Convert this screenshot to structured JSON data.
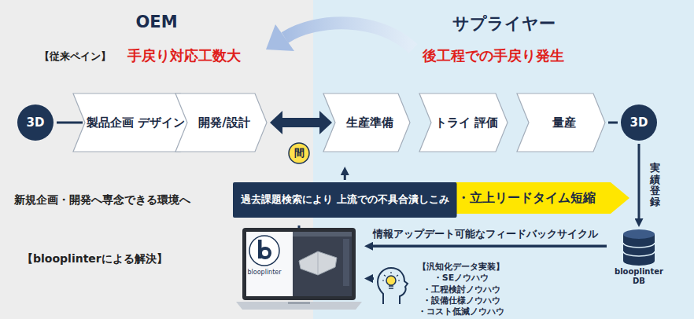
{
  "diagram": {
    "nodes": [
      {
        "text": [
          "OEM"
        ]
      },
      {
        "text": [
          "サプライヤー"
        ]
      },
      {
        "text": [
          "3D"
        ],
        "in": 0
      },
      {
        "text": [
          "製品企画 デザイン"
        ],
        "in": 0
      },
      {
        "text": [
          "開発/設計"
        ],
        "in": 0
      },
      {
        "text": [
          "生産準備"
        ],
        "in": 1
      },
      {
        "text": [
          "トライ 評価"
        ],
        "in": 1
      },
      {
        "text": [
          "量産"
        ],
        "in": 1
      },
      {
        "text": [
          "3D"
        ],
        "in": 1
      },
      {
        "text": [
          "間"
        ]
      },
      {
        "text": [
          "過去課題検索により 上流での不具合潰しこみ"
        ]
      },
      {
        "text": [
          "手戻りレス・立上リードタイム短縮"
        ],
        "in": 1
      },
      {
        "text": [
          "blooplinter"
        ]
      },
      {
        "text": [
          "blooplinter DB"
        ],
        "in": 1
      },
      {
        "text": [
          "【汎知化データ実装】",
          "・SEノウハウ",
          "・工程検討ノウハウ",
          "・設備仕様ノウハウ",
          "・コスト低減ノウハウ"
        ],
        "in": 1
      }
    ],
    "edges": [
      {
        "from": 2,
        "to": 3,
        "arrow": "none"
      },
      {
        "from": 4,
        "to": 5,
        "arrow": "both"
      },
      {
        "from": 7,
        "to": 8,
        "arrow": "none"
      },
      {
        "from": 8,
        "to": 13,
        "arrow": "to",
        "label": "実績登録"
      },
      {
        "from": 13,
        "to": 12,
        "arrow": "to",
        "label": "情報アップデート可能なフィードバックサイクル"
      },
      {
        "from": 12,
        "to": 10,
        "arrow": "to"
      },
      {
        "from": 10,
        "to": 9,
        "arrow": "to"
      },
      {
        "from": 14,
        "to": 12,
        "arrow": "to"
      }
    ],
    "labels": [
      "【従来ペイン】",
      "手戻り対応工数大",
      "後工程での手戻り発生",
      "新規企画・開発へ専念できる環境へ",
      "【blooplinterによる解決】"
    ]
  }
}
